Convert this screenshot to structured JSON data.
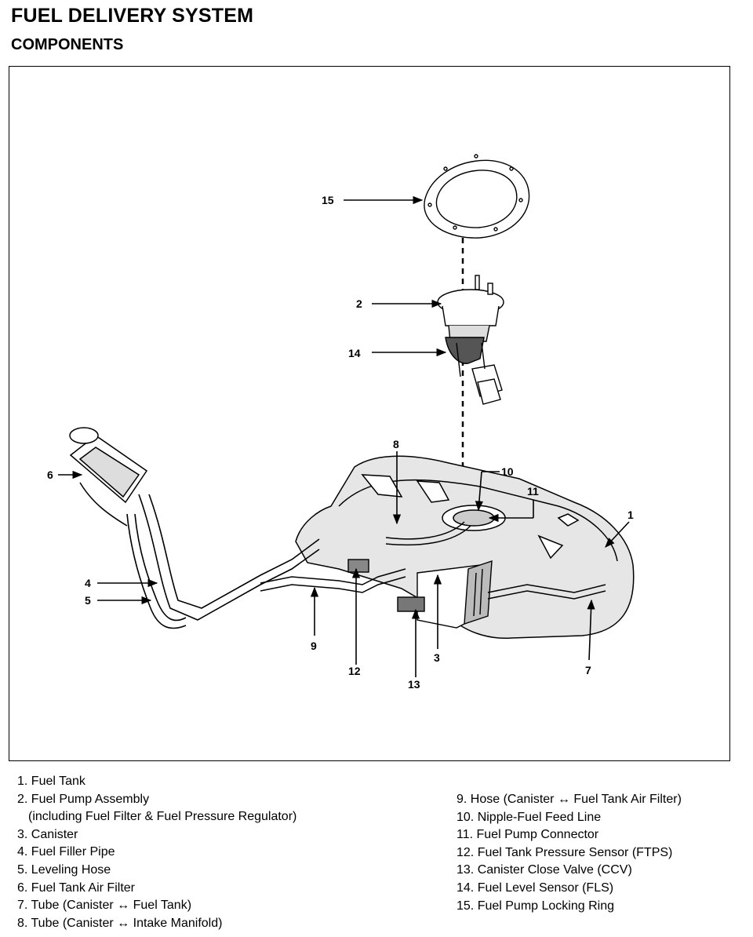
{
  "header": {
    "title": "FUEL DELIVERY SYSTEM",
    "subtitle": "COMPONENTS"
  },
  "callouts": {
    "c1": "1",
    "c2": "2",
    "c3": "3",
    "c4": "4",
    "c5": "5",
    "c6": "6",
    "c7": "7",
    "c8": "8",
    "c9": "9",
    "c10": "10",
    "c11": "11",
    "c12": "12",
    "c13": "13",
    "c14": "14",
    "c15": "15"
  },
  "legend": {
    "left": [
      "1. Fuel Tank",
      "2. Fuel Pump Assembly",
      "(including Fuel Filter & Fuel Pressure Regulator)",
      "3. Canister",
      "4. Fuel Filler Pipe",
      "5. Leveling Hose",
      "6. Fuel Tank Air Filter",
      "7. Tube (Canister ↔ Fuel Tank)",
      "8. Tube (Canister ↔ Intake Manifold)"
    ],
    "right": [
      "9. Hose (Canister ↔ Fuel Tank Air Filter)",
      "10. Nipple-Fuel Feed Line",
      "11. Fuel Pump Connector",
      "12. Fuel Tank Pressure Sensor (FTPS)",
      "13. Canister Close Valve (CCV)",
      "14. Fuel Level Sensor (FLS)",
      "15. Fuel Pump Locking Ring"
    ]
  }
}
